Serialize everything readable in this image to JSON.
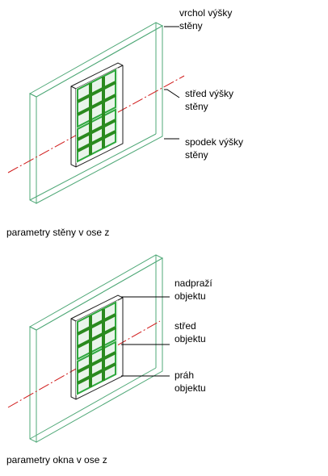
{
  "panel_top": {
    "labels": {
      "wall_top": [
        "vrchol výšky",
        "stěny"
      ],
      "wall_mid": [
        "střed výšky",
        "stěny"
      ],
      "wall_bottom": [
        "spodek výšky",
        "stěny"
      ]
    },
    "caption": "parametry stěny v ose z"
  },
  "panel_bottom": {
    "labels": {
      "object_head": [
        "nadpraží",
        "objektu"
      ],
      "object_mid": [
        "střed",
        "objektu"
      ],
      "object_sill": [
        "práh",
        "objektu"
      ]
    },
    "caption": "parametry okna v ose z"
  },
  "colors": {
    "wall_outline": "#4fa877",
    "window_mullion": "#2a8a1e",
    "axis_line": "#d01818",
    "leader": "#000000"
  }
}
